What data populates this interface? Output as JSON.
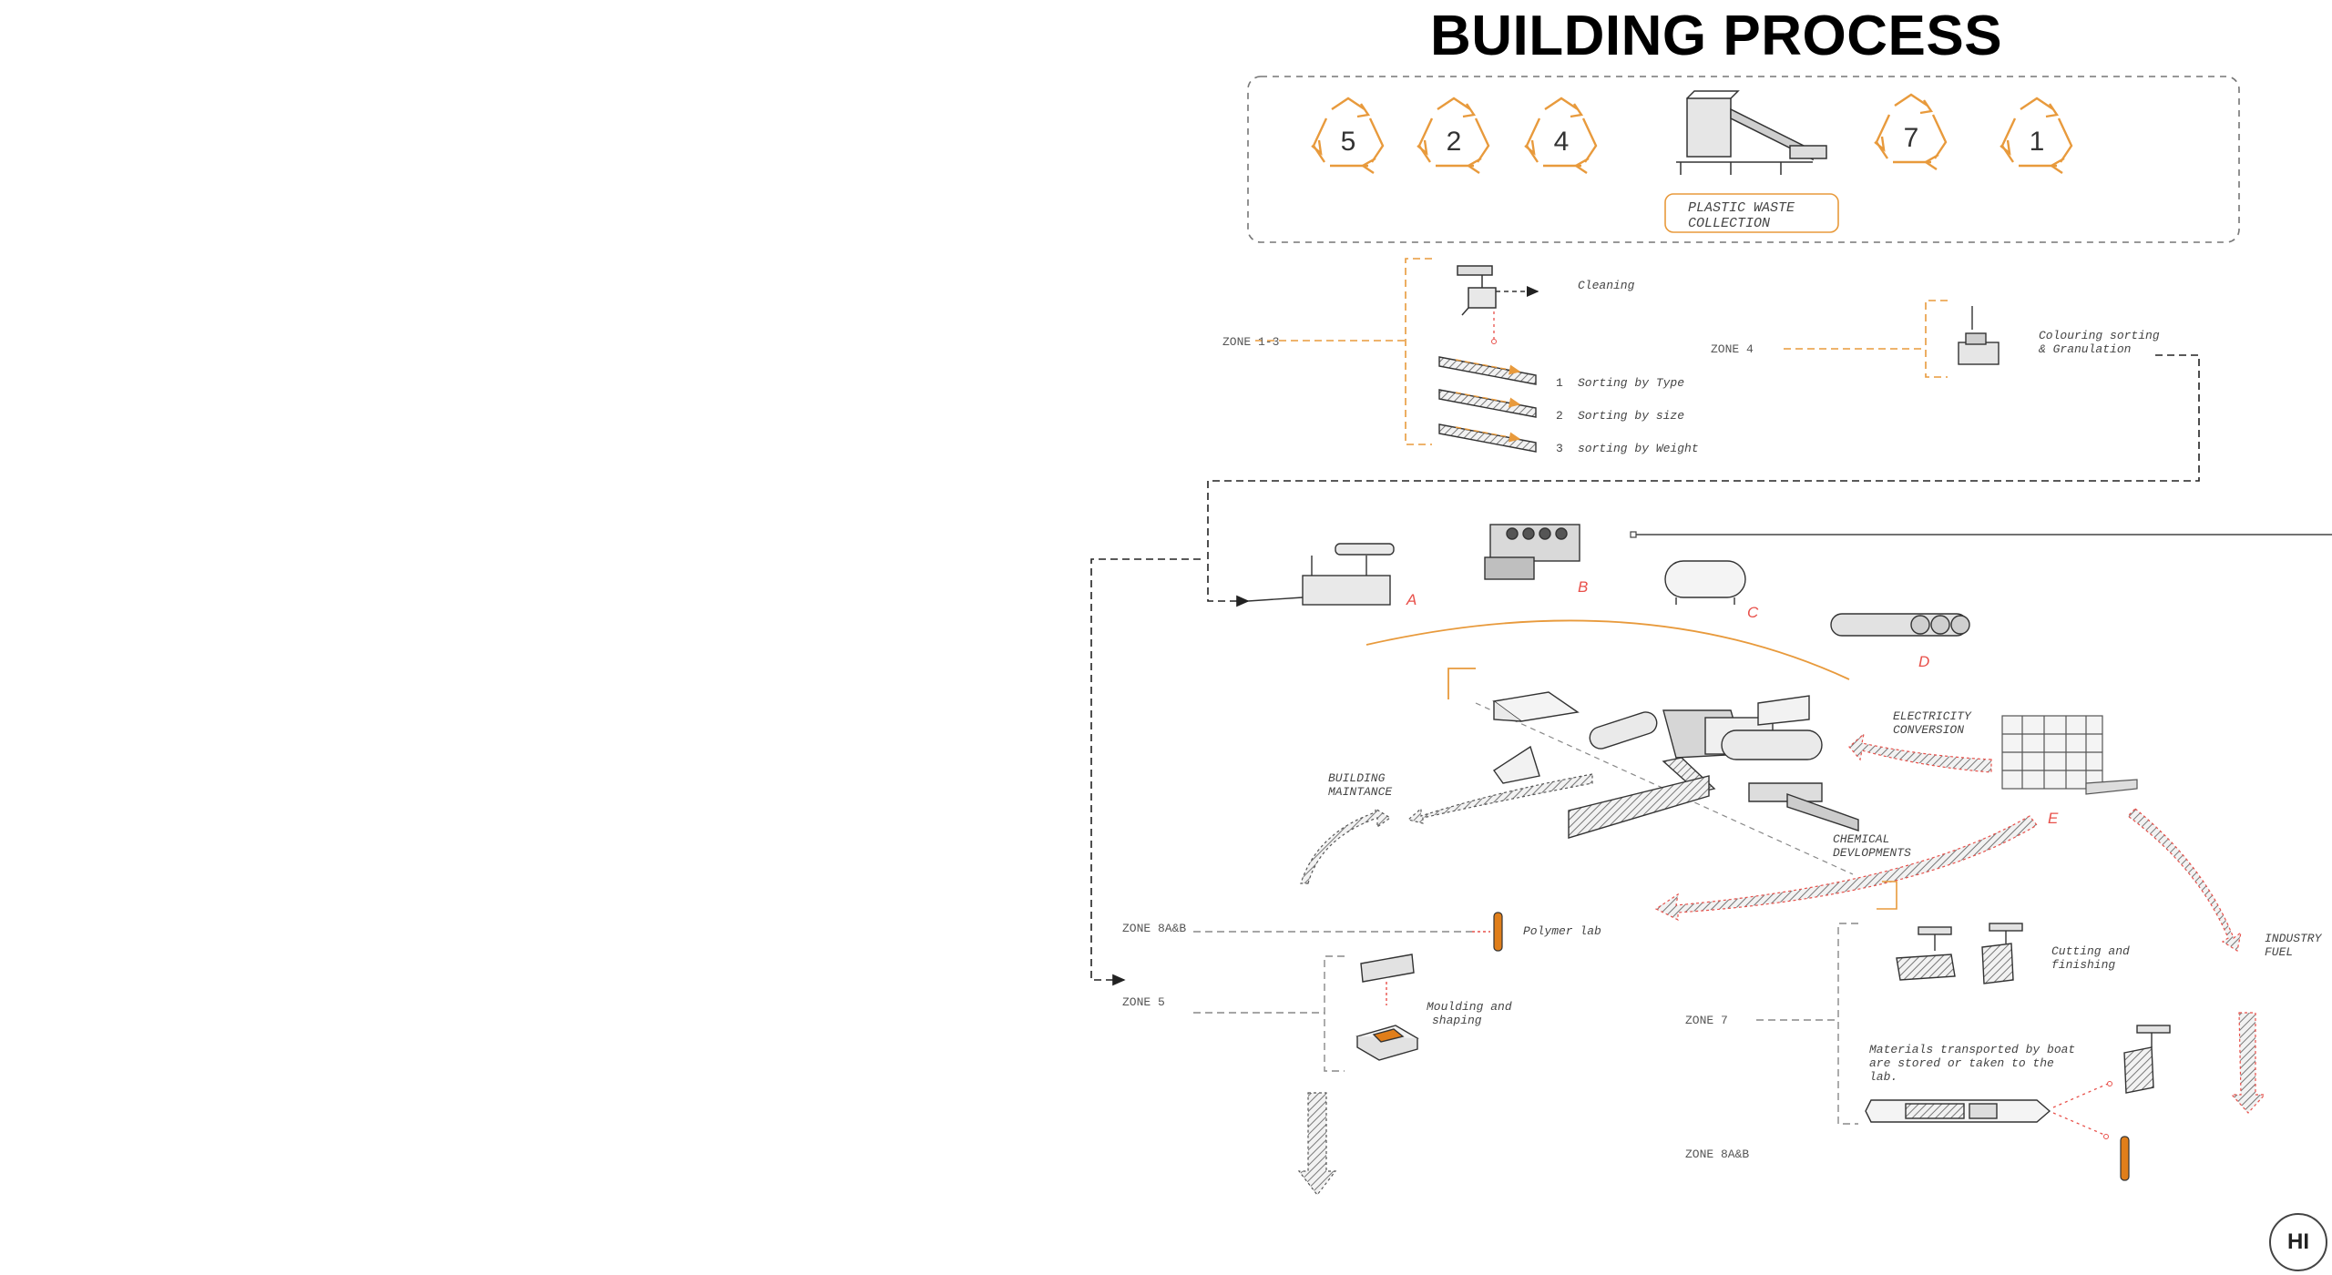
{
  "title": "BUILDING PROCESS",
  "colors": {
    "accent": "#e89a3c",
    "red": "#e8504a",
    "line": "#555555"
  },
  "recycle_codes": [
    "5",
    "2",
    "4",
    "7",
    "1"
  ],
  "collection_label": {
    "line1": "PLASTIC WASTE",
    "line2": "COLLECTION"
  },
  "zones": {
    "z1_3": "ZONE 1-3",
    "z4": "ZONE 4",
    "z8ab_left": "ZONE 8A&B",
    "z5": "ZONE 5",
    "z7": "ZONE 7",
    "z8ab_right": "ZONE 8A&B"
  },
  "steps": {
    "cleaning": "Cleaning",
    "sort1_num": "1",
    "sort1": "Sorting by Type",
    "sort2_num": "2",
    "sort2": "Sorting by size",
    "sort3_num": "3",
    "sort3": "sorting by Weight",
    "colour_l1": "Colouring sorting",
    "colour_l2": "& Granulation",
    "polymer_lab": "Polymer lab",
    "moulding_l1": "Moulding and",
    "moulding_l2": "shaping",
    "cutting_l1": "Cutting and",
    "cutting_l2": "finishing",
    "boat_l1": "Materials transported by boat",
    "boat_l2": "are stored or taken to the",
    "boat_l3": "lab."
  },
  "machine_labels": [
    "A",
    "B",
    "C",
    "D",
    "E"
  ],
  "flows": {
    "electricity_l1": "ELECTRICITY",
    "electricity_l2": "CONVERSION",
    "building_l1": "BUILDING",
    "building_l2": "MAINTANCE",
    "chemical_l1": "CHEMICAL",
    "chemical_l2": "DEVLOPMENTS",
    "industry_l1": "INDUSTRY",
    "industry_l2": "FUEL"
  },
  "badge": "HI"
}
